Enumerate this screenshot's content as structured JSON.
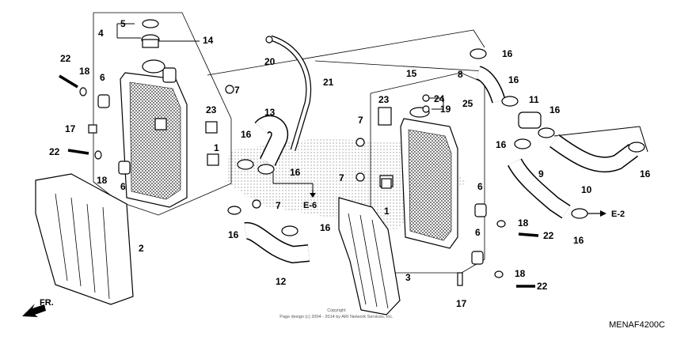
{
  "diagram": {
    "code": "MENAF4200C",
    "copyright": [
      "Copyright",
      "Page design (c) 2004 - 2014 by ARI Network Services, Inc."
    ],
    "direction": "FR.",
    "refs": [
      "E-6",
      "E-2"
    ],
    "callouts": [
      "1",
      "2",
      "3",
      "4",
      "5",
      "6",
      "7",
      "8",
      "9",
      "10",
      "11",
      "12",
      "13",
      "14",
      "15",
      "16",
      "17",
      "18",
      "19",
      "20",
      "21",
      "22",
      "23",
      "24",
      "25"
    ]
  }
}
